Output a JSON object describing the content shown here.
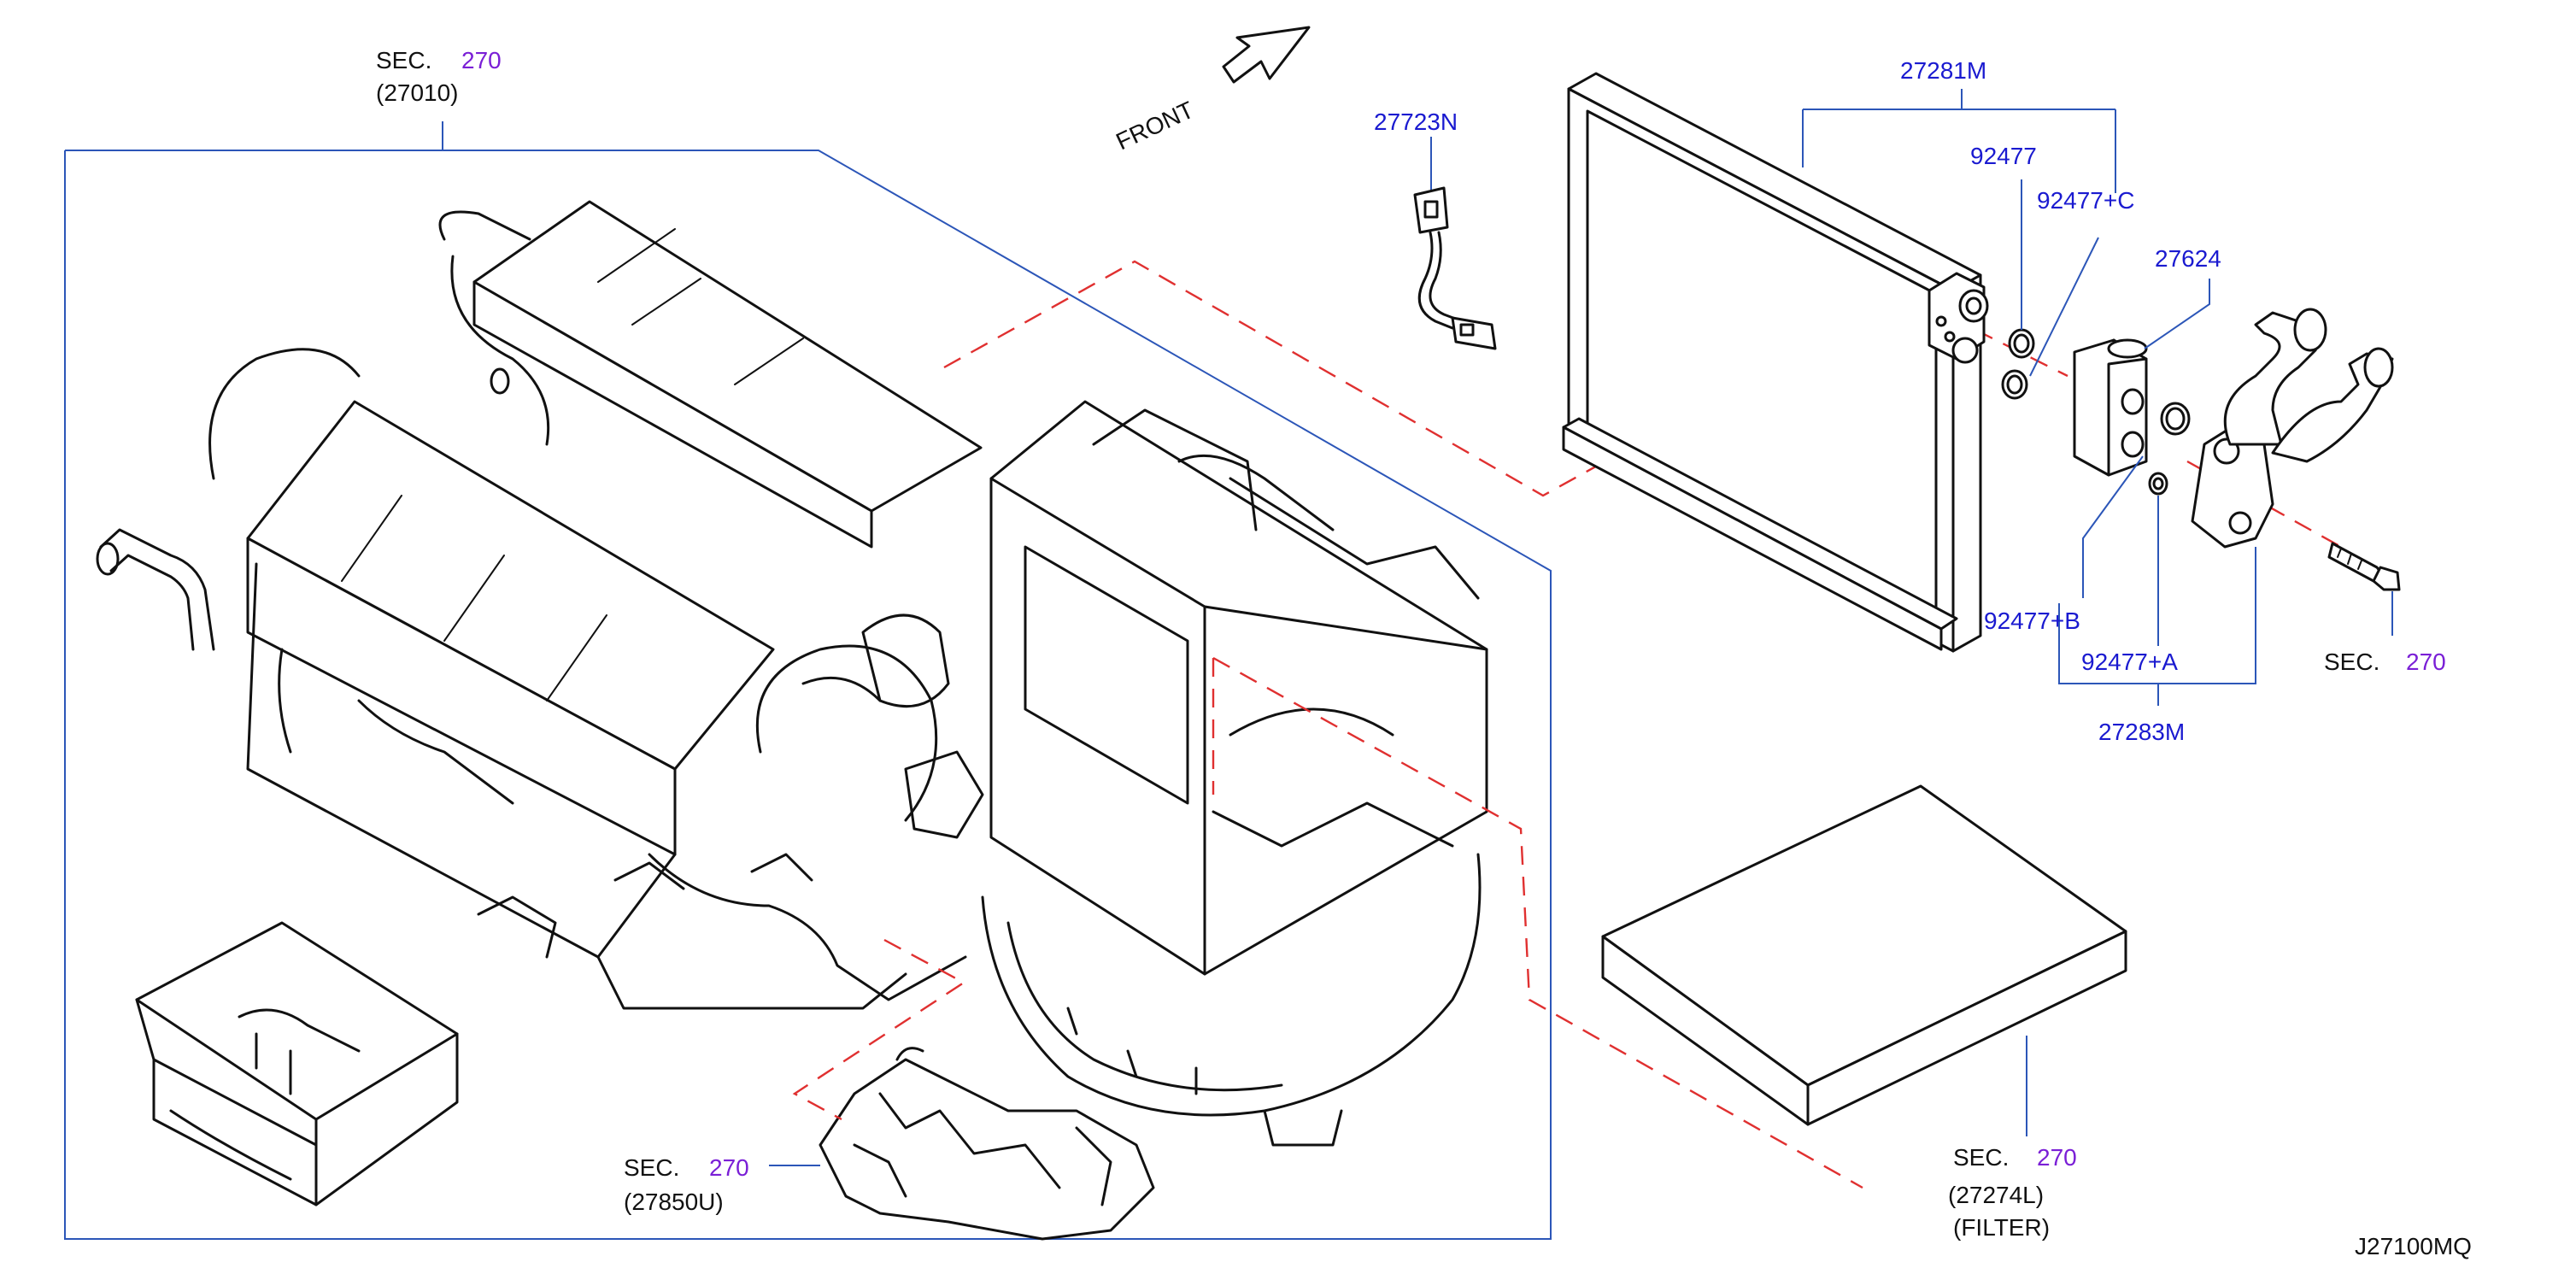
{
  "labels": {
    "sec_main_prefix": "SEC.",
    "sec_main_num": "270",
    "sec_main_code": "(27010)",
    "front": "FRONT",
    "p27723N": "27723N",
    "p27281M": "27281M",
    "p92477": "92477",
    "p92477C": "92477+C",
    "p27624": "27624",
    "p92477B": "92477+B",
    "p92477A": "92477+A",
    "p27283M": "27283M",
    "sec_bolt_prefix": "SEC.",
    "sec_bolt_num": "270",
    "sec_motor_prefix": "SEC.",
    "sec_motor_num": "270",
    "sec_motor_code": "(27850U)",
    "sec_filter_prefix": "SEC.",
    "sec_filter_num": "270",
    "sec_filter_code": "(27274L)",
    "sec_filter_note": "(FILTER)",
    "diagram_code": "J27100MQ"
  },
  "colors": {
    "part_number": "#1a1ad0",
    "section_number": "#7a1fd6",
    "leader_line": "#2c56b8",
    "phantom_line": "#e03030",
    "drawing": "#111111"
  }
}
